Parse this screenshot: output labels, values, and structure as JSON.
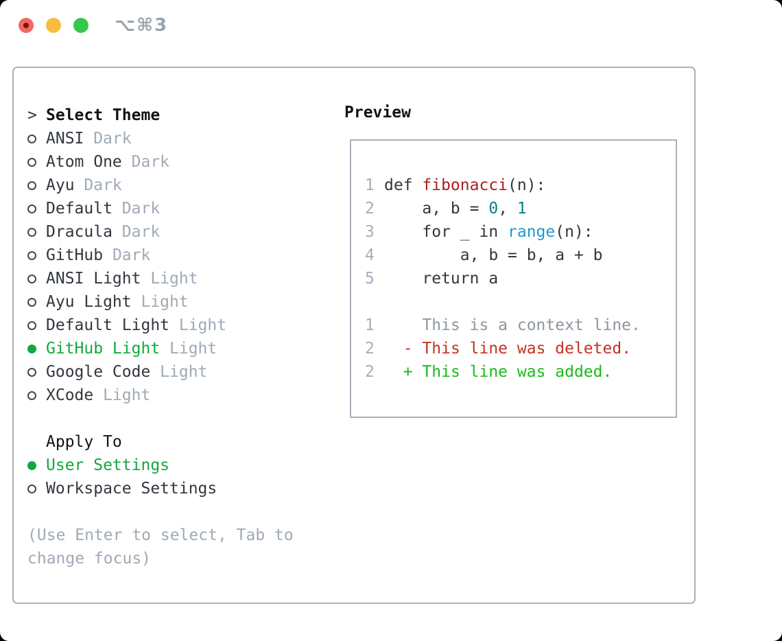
{
  "window": {
    "title": "⌥⌘3",
    "traffic_lights": [
      "close",
      "minimize",
      "zoom"
    ]
  },
  "colors": {
    "c-ink": "#31373e",
    "c-header": "#111417",
    "c-muted": "#9faab6",
    "c-linenum": "#a4afba",
    "c-ctx": "#8d97a1",
    "c-border": "#a9b1bb",
    "c-sel-green": "#12a83e",
    "c-add-green": "#1aba1a",
    "c-del-red": "#c43320",
    "c-fn-red": "#aa201d",
    "c-num-teal": "#0c7d84",
    "c-call-blue": "#2198cb",
    "c-title-gray": "#9ba3ab",
    "c-light-red": "#f0685e",
    "c-light-yellow": "#f7bd40",
    "c-light-green": "#36c64c"
  },
  "theme_picker": {
    "prompt": ">",
    "header": "Select Theme",
    "items": [
      {
        "name": "ANSI",
        "variant": "Dark",
        "selected": false
      },
      {
        "name": "Atom One",
        "variant": "Dark",
        "selected": false
      },
      {
        "name": "Ayu",
        "variant": "Dark",
        "selected": false
      },
      {
        "name": "Default",
        "variant": "Dark",
        "selected": false
      },
      {
        "name": "Dracula",
        "variant": "Dark",
        "selected": false
      },
      {
        "name": "GitHub",
        "variant": "Dark",
        "selected": false
      },
      {
        "name": "ANSI Light",
        "variant": "Light",
        "selected": false
      },
      {
        "name": "Ayu Light",
        "variant": "Light",
        "selected": false
      },
      {
        "name": "Default Light",
        "variant": "Light",
        "selected": false
      },
      {
        "name": "GitHub Light",
        "variant": "Light",
        "selected": true
      },
      {
        "name": "Google Code",
        "variant": "Light",
        "selected": false
      },
      {
        "name": "XCode",
        "variant": "Light",
        "selected": false
      }
    ]
  },
  "apply_to": {
    "header": "Apply To",
    "options": [
      {
        "label": "User Settings",
        "selected": true
      },
      {
        "label": "Workspace Settings",
        "selected": false
      }
    ]
  },
  "hint": "(Use Enter to select, Tab to change focus)",
  "preview": {
    "header": "Preview",
    "code_lines": [
      {
        "n": "1",
        "segs": [
          {
            "t": "def "
          },
          {
            "t": "fibonacci",
            "c": "fn"
          },
          {
            "t": "(n):"
          }
        ]
      },
      {
        "n": "2",
        "segs": [
          {
            "t": "    a, b = "
          },
          {
            "t": "0",
            "c": "num"
          },
          {
            "t": ", "
          },
          {
            "t": "1",
            "c": "num"
          }
        ]
      },
      {
        "n": "3",
        "segs": [
          {
            "t": "    for _ in "
          },
          {
            "t": "range",
            "c": "call"
          },
          {
            "t": "(n):"
          }
        ]
      },
      {
        "n": "4",
        "segs": [
          {
            "t": "        a, b = b, a + b"
          }
        ]
      },
      {
        "n": "5",
        "segs": [
          {
            "t": "    return a"
          }
        ]
      }
    ],
    "diff_lines": [
      {
        "n": "1",
        "segs": [
          {
            "t": "    This is a context line.",
            "c": "ctx"
          }
        ]
      },
      {
        "n": "2",
        "segs": [
          {
            "t": "  "
          },
          {
            "t": "- This line was deleted.",
            "c": "del"
          }
        ]
      },
      {
        "n": "2",
        "segs": [
          {
            "t": "  "
          },
          {
            "t": "+ This line was added.",
            "c": "add"
          }
        ]
      }
    ]
  }
}
